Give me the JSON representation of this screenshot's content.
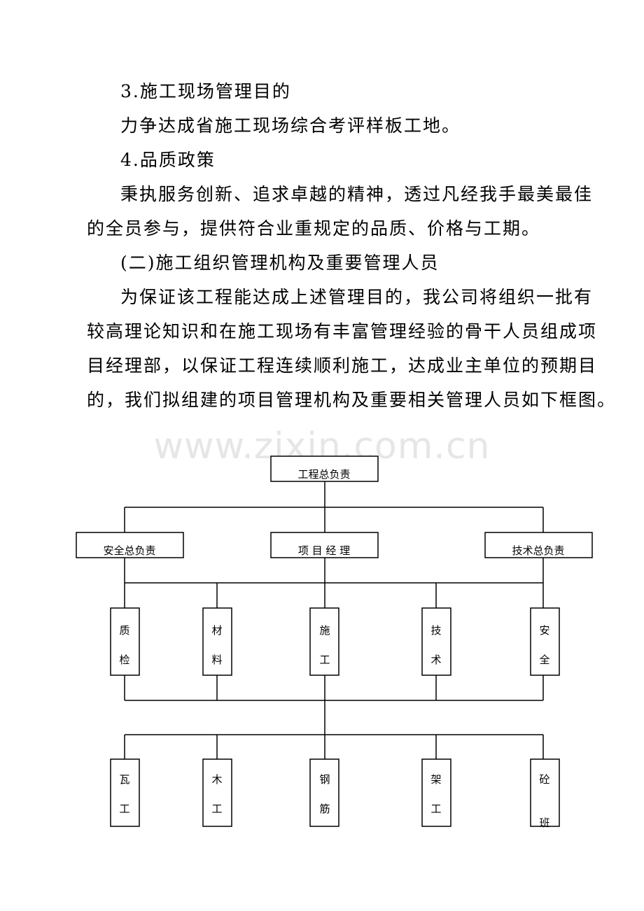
{
  "doc": {
    "lines": [
      "3.施工现场管理目的",
      "力争达成省施工现场综合考评样板工地。",
      "4.品质政策",
      "秉执服务创新、追求卓越的精神，透过凡经我手最美最佳",
      "的全员参与，提供符合业重规定的品质、价格与工期。",
      "(二)施工组织管理机构及重要管理人员",
      "为保证该工程能达成上述管理目的，我公司将组织一批有",
      "较高理论知识和在施工现场有丰富管理经验的骨干人员组成项",
      "目经理部，以保证工程连续顺利施工，达成业主单位的预期目",
      "的，我们拟组建的项目管理机构及重要相关管理人员如下框图。"
    ],
    "watermark": "www.zixin.com.cn"
  },
  "chart": {
    "top": "工程总负责",
    "level2": [
      "安全总负责",
      "项 目 经 理",
      "技术总负责"
    ],
    "level3": [
      [
        "质",
        "检"
      ],
      [
        "材",
        "料"
      ],
      [
        "施",
        "工"
      ],
      [
        "技",
        "术"
      ],
      [
        "安",
        "全"
      ]
    ],
    "level4": [
      [
        "瓦",
        "工"
      ],
      [
        "木",
        "工"
      ],
      [
        "钢",
        "筋"
      ],
      [
        "架",
        "工"
      ],
      [
        "砼",
        "班"
      ]
    ]
  }
}
